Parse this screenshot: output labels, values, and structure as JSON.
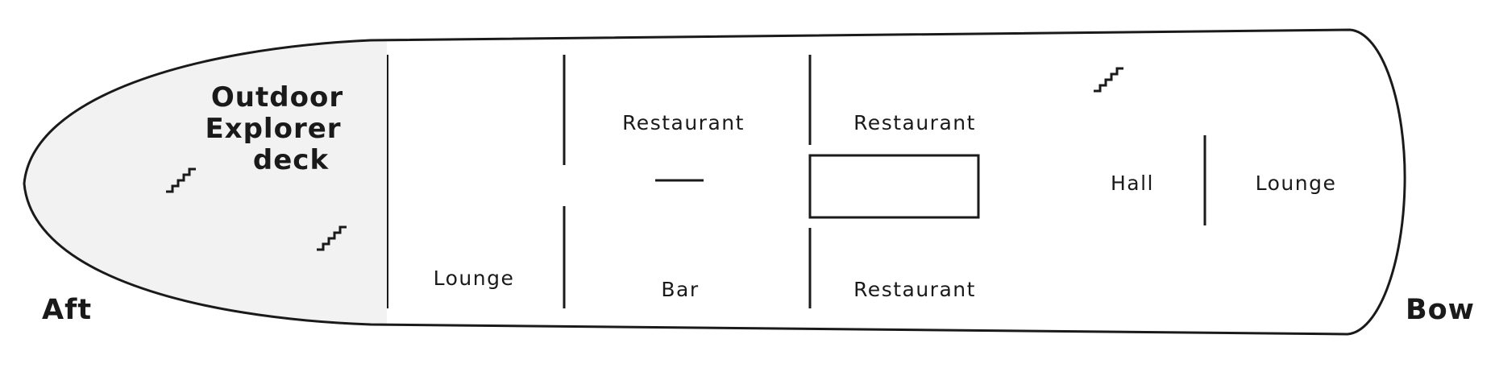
{
  "plan": {
    "ends": {
      "aft": "Aft",
      "bow": "Bow"
    },
    "outdoor_deck": {
      "line1": "Outdoor",
      "line2": "Explorer",
      "line3": "deck",
      "fill": "#f2f2f2"
    },
    "rooms": {
      "lounge_aft": "Lounge",
      "restaurant_1": "Restaurant",
      "bar": "Bar",
      "restaurant_2": "Restaurant",
      "restaurant_3": "Restaurant",
      "hall": "Hall",
      "lounge_bow": "Lounge"
    },
    "icons": [
      "stairs-icon",
      "stairs-icon",
      "stairs-icon"
    ],
    "colors": {
      "stroke": "#1a1a1a",
      "background": "#ffffff"
    }
  }
}
